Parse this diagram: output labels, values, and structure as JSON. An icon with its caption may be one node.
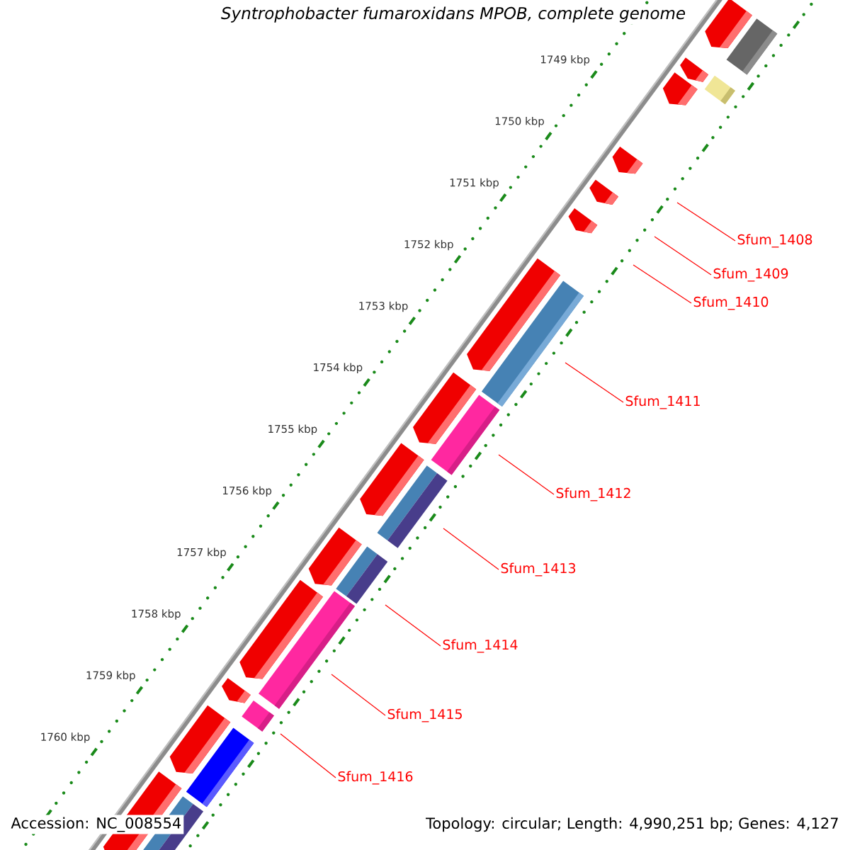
{
  "diagram": {
    "title": "Syntrophobacter fumaroxidans MPOB, complete genome",
    "nodes": [
      {
        "text": [
          "Sfum_1408"
        ]
      },
      {
        "text": [
          "Sfum_1409"
        ]
      },
      {
        "text": [
          "Sfum_1410"
        ]
      },
      {
        "text": [
          "Sfum_1411"
        ]
      },
      {
        "text": [
          "Sfum_1412"
        ]
      },
      {
        "text": [
          "Sfum_1413"
        ]
      },
      {
        "text": [
          "Sfum_1414"
        ]
      },
      {
        "text": [
          "Sfum_1415"
        ]
      },
      {
        "text": [
          "Sfum_1416"
        ]
      }
    ],
    "edges": [
      {
        "from": 0,
        "to": null,
        "arrow": "none"
      },
      {
        "from": 1,
        "to": null,
        "arrow": "none"
      },
      {
        "from": 2,
        "to": null,
        "arrow": "none"
      },
      {
        "from": 3,
        "to": null,
        "arrow": "none"
      },
      {
        "from": 4,
        "to": null,
        "arrow": "none"
      },
      {
        "from": 5,
        "to": null,
        "arrow": "none"
      },
      {
        "from": 6,
        "to": null,
        "arrow": "none"
      },
      {
        "from": 7,
        "to": null,
        "arrow": "none"
      },
      {
        "from": 8,
        "to": null,
        "arrow": "none"
      }
    ],
    "labels": [
      "1749 kbp",
      "1750 kbp",
      "1751 kbp",
      "1752 kbp",
      "1753 kbp",
      "1754 kbp",
      "1755 kbp",
      "1756 kbp",
      "1757 kbp",
      "1758 kbp",
      "1759 kbp",
      "1760 kbp",
      "Accession: NC_008554",
      "Topology: circular; Length: 4,990,251 bp; Genes: 4,127"
    ]
  }
}
